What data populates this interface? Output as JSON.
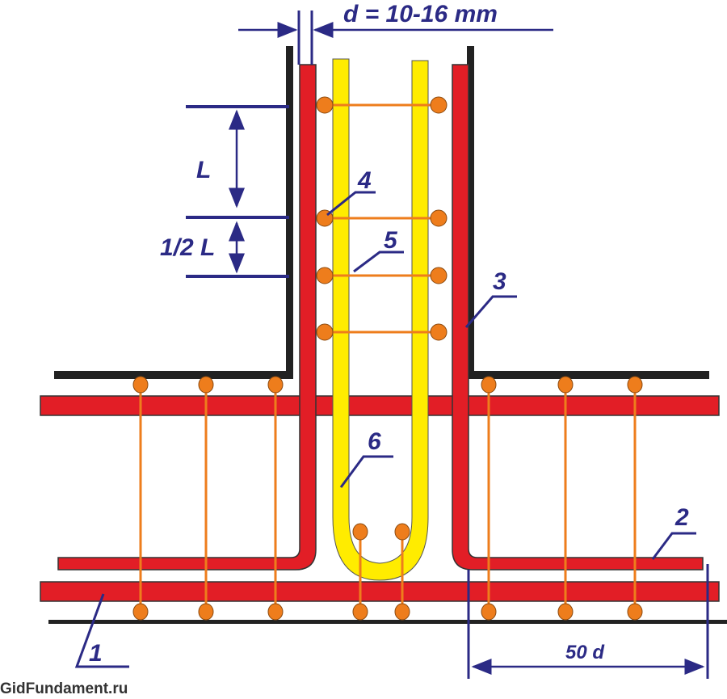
{
  "title_dimension": "d = 10-16 mm",
  "dimension_L": "L",
  "dimension_half_L": "1/2 L",
  "dimension_50d": "50 d",
  "callouts": [
    "1",
    "2",
    "3",
    "4",
    "5",
    "6"
  ],
  "watermark": "GidFundament.ru",
  "colors": {
    "rebar": "#e21e26",
    "stirrup": "#ee7d1c",
    "clamp": "#ffec00",
    "dimension": "#2b2a85",
    "formwork": "#222222"
  }
}
